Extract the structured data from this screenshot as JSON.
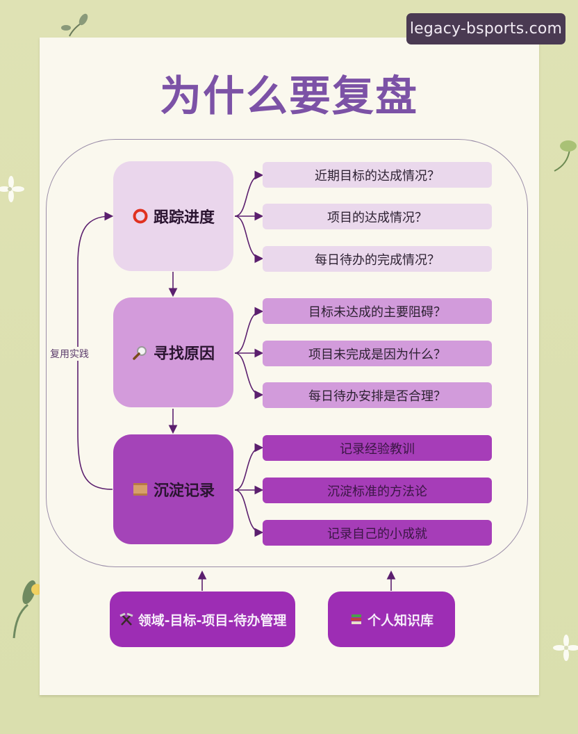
{
  "watermark": "legacy-bsports.com",
  "title": "为什么要复盘",
  "side_label": "复用实践",
  "colors": {
    "title": "#7c52a6",
    "level1": "#ead6ec",
    "level2": "#d39bdb",
    "level3": "#a444b8",
    "bottom": "#9d2db4",
    "arrow": "#5b1f6e",
    "background": "#dde0b0",
    "paper": "#faf8ee"
  },
  "nodes": [
    {
      "icon": "red-circle-icon",
      "label": "跟踪进度",
      "items": [
        "近期目标的达成情况？",
        "项目的达成情况？",
        "每日待办的完成情况？"
      ]
    },
    {
      "icon": "magnifier-icon",
      "label": "寻找原因",
      "items": [
        "目标未达成的主要阻碍？",
        "项目未完成是因为什么？",
        "每日待办安排是否合理？"
      ]
    },
    {
      "icon": "scroll-icon",
      "label": "沉淀记录",
      "items": [
        "记录经验教训",
        "沉淀标准的方法论",
        "记录自己的小成就"
      ]
    }
  ],
  "bottom": [
    {
      "icon": "hammer-pick-icon",
      "label": "领域-目标-项目-待办管理"
    },
    {
      "icon": "books-icon",
      "label": "个人知识库"
    }
  ]
}
